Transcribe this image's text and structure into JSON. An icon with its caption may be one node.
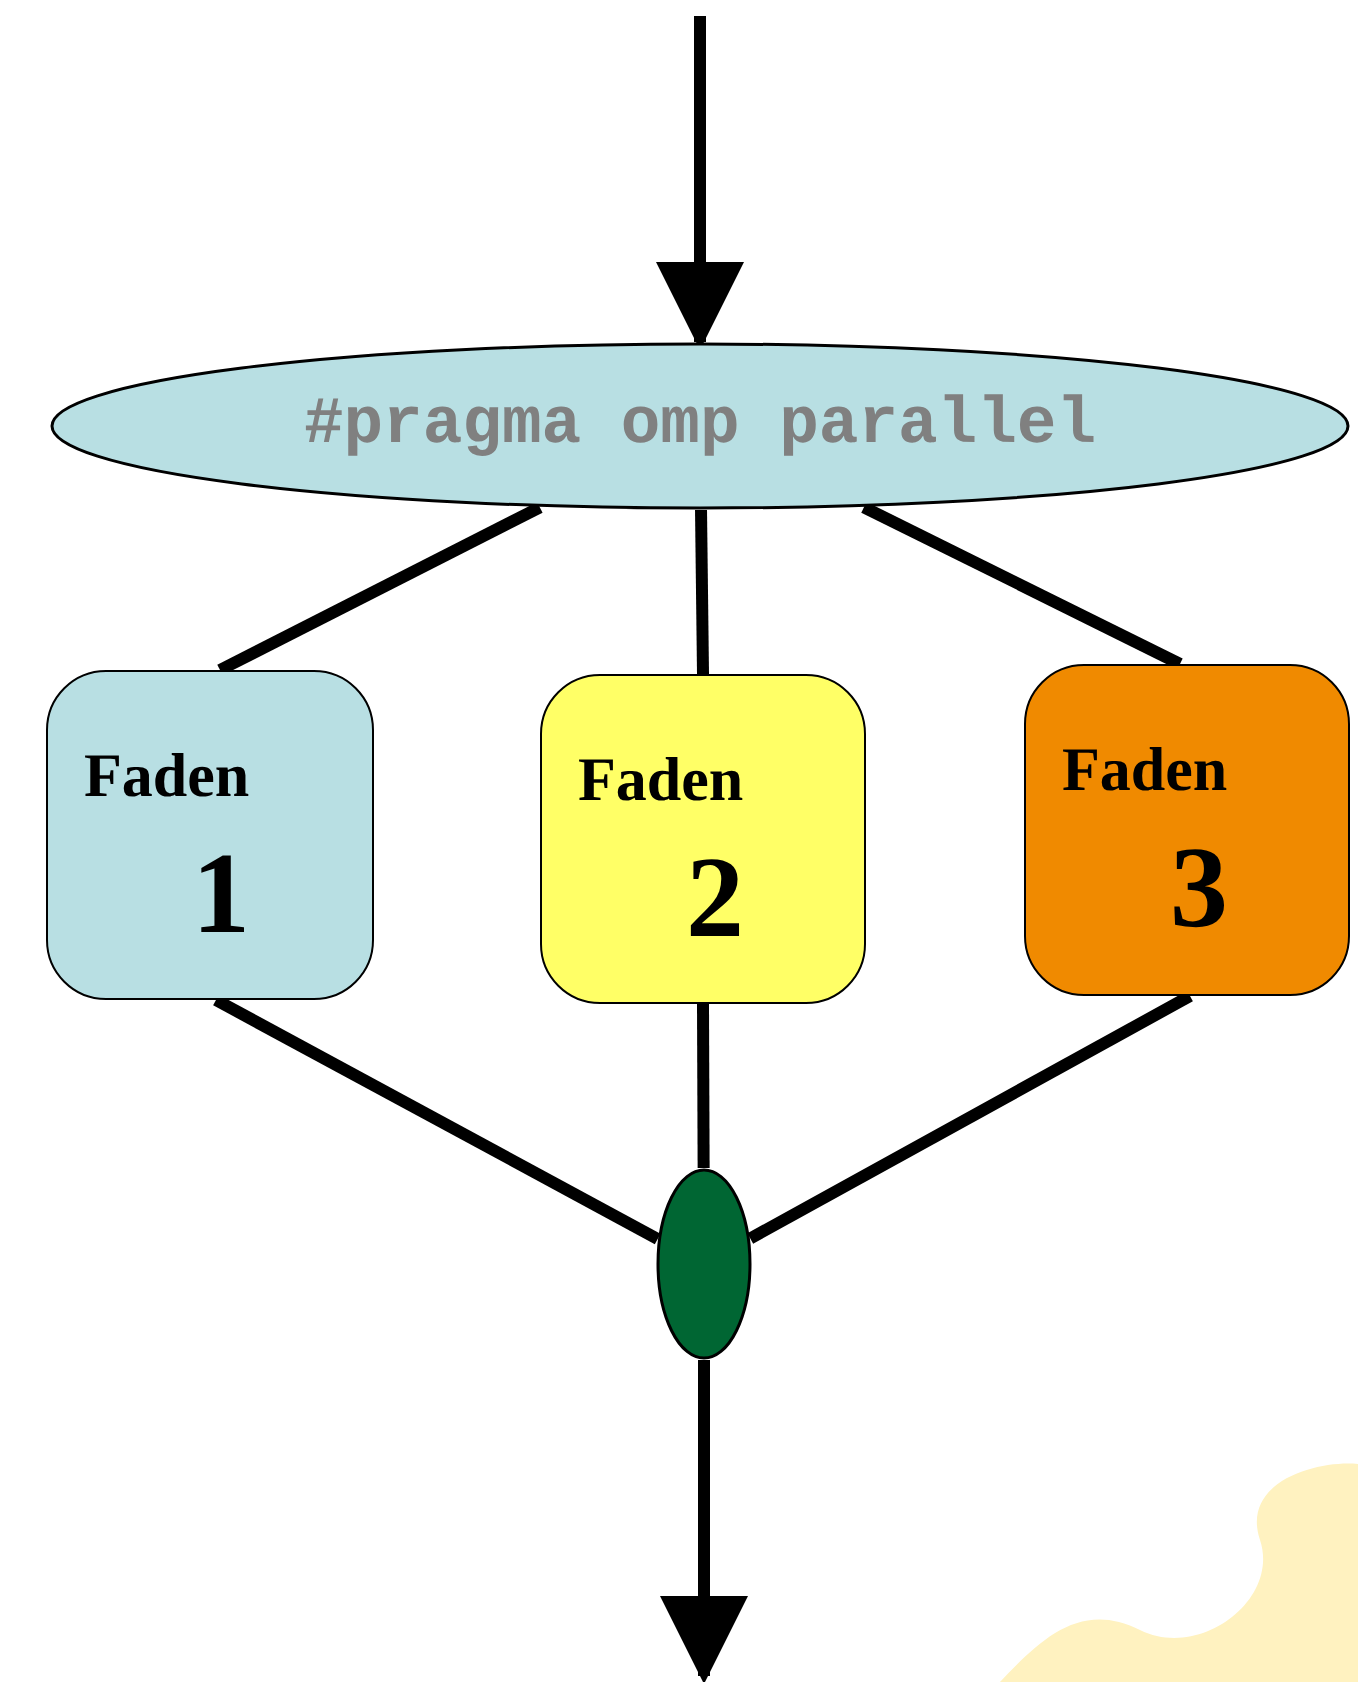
{
  "diagram": {
    "nodes": [
      {
        "text": [
          "#pragma omp parallel"
        ]
      },
      {
        "text": [
          "Faden",
          "1"
        ]
      },
      {
        "text": [
          "Faden",
          "2"
        ]
      },
      {
        "text": [
          "Faden",
          "3"
        ]
      },
      {
        "text": [],
        "shape": "ellipse"
      }
    ],
    "edges": [
      {
        "from": null,
        "to": 0,
        "arrow": "to"
      },
      {
        "from": 0,
        "to": 1,
        "arrow": "none"
      },
      {
        "from": 0,
        "to": 2,
        "arrow": "none"
      },
      {
        "from": 0,
        "to": 3,
        "arrow": "none"
      },
      {
        "from": 1,
        "to": 4,
        "arrow": "none"
      },
      {
        "from": 2,
        "to": 4,
        "arrow": "none"
      },
      {
        "from": 3,
        "to": 4,
        "arrow": "none"
      },
      {
        "from": 4,
        "to": null,
        "arrow": "to"
      }
    ]
  }
}
